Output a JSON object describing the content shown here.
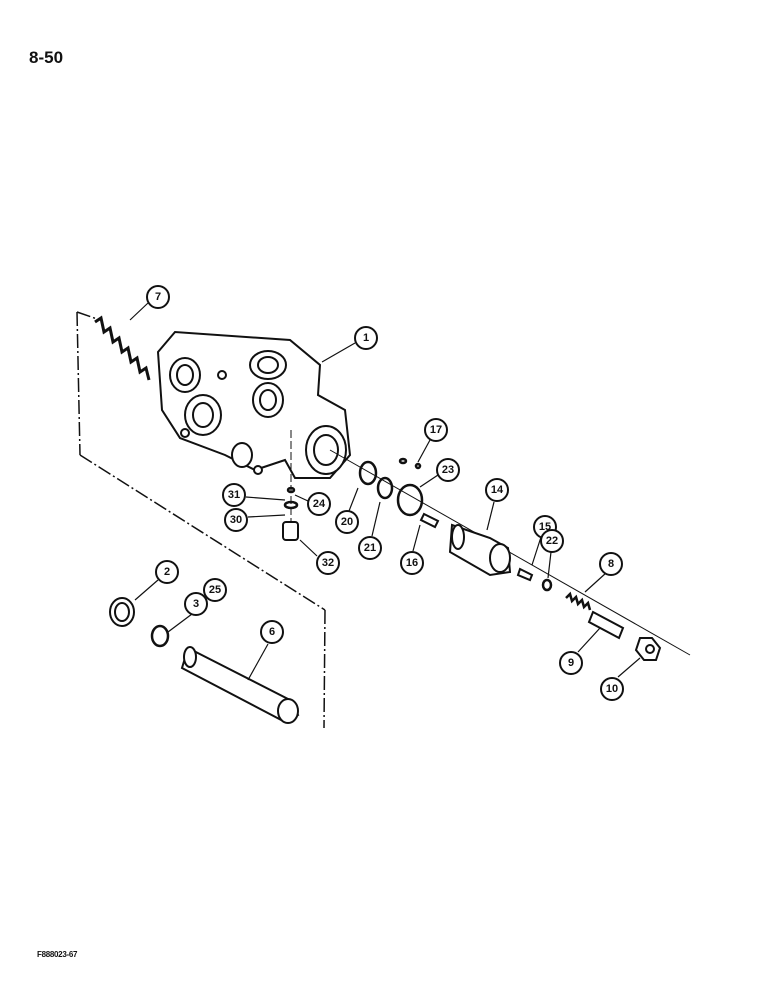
{
  "page_number": "8-50",
  "figure_code": "F888023-67",
  "callouts": [
    "7",
    "1",
    "17",
    "23",
    "14",
    "31",
    "24",
    "30",
    "20",
    "21",
    "32",
    "16",
    "15",
    "22",
    "8",
    "2",
    "25",
    "3",
    "6",
    "9",
    "10"
  ]
}
